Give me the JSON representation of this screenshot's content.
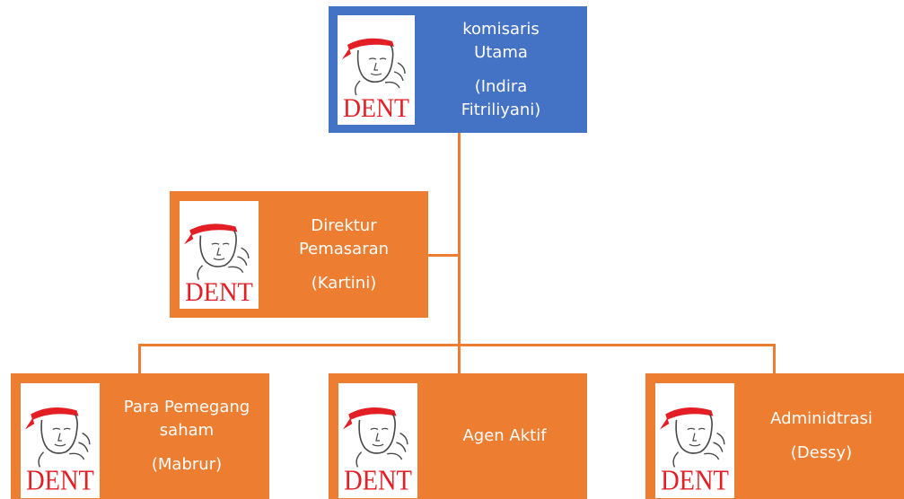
{
  "colors": {
    "top_box": "#4472C4",
    "box": "#ED7D31",
    "connector": "#ED7D31",
    "logo_red": "#E31E24",
    "logo_ink": "#4a4a4a"
  },
  "logo": {
    "text": "DENT",
    "icon": "headband-figure-logo-icon"
  },
  "nodes": {
    "komisaris": {
      "line1": "komisaris",
      "line2": "Utama",
      "line3": "(Indira",
      "line4": "Fitriliyani)"
    },
    "direktur": {
      "line1": "Direktur",
      "line2": "Pemasaran",
      "line3": "(Kartini)"
    },
    "pemegang": {
      "line1": "Para Pemegang",
      "line2": "saham",
      "line3": "(Mabrur)"
    },
    "agen": {
      "line1": "Agen Aktif"
    },
    "admin": {
      "line1": "Adminidtrasi",
      "line2": "(Dessy)"
    }
  }
}
